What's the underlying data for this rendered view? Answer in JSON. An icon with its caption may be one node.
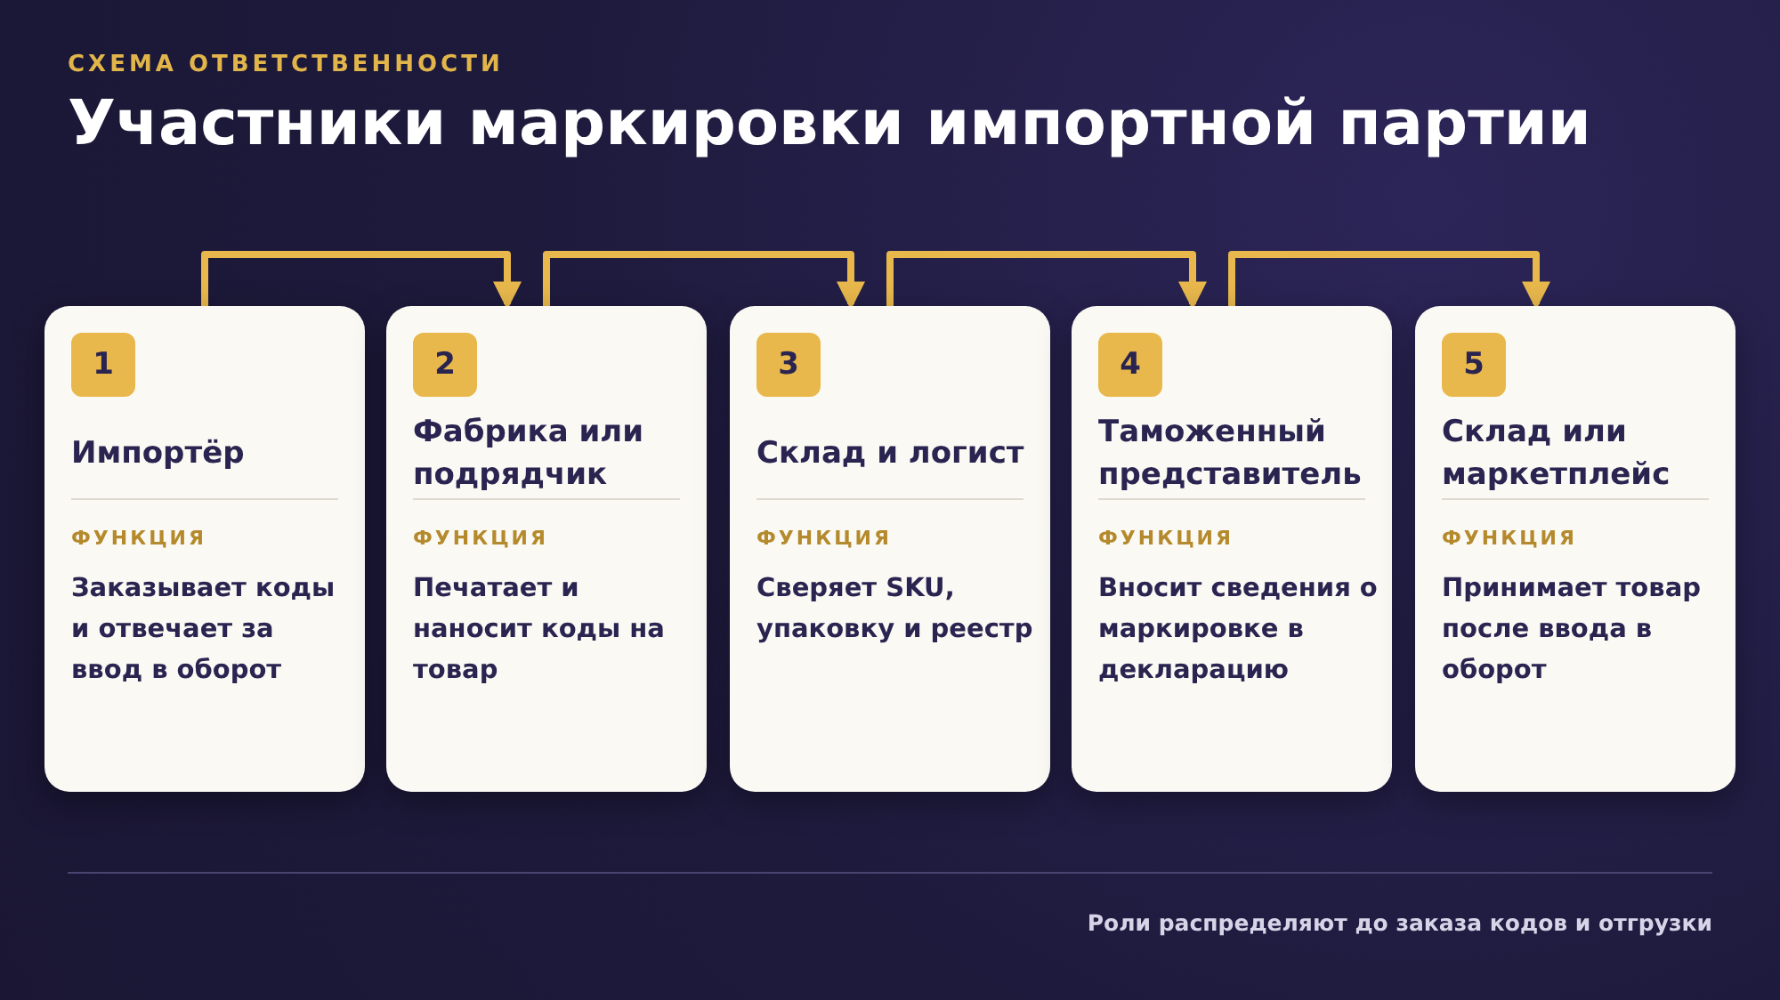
{
  "diagram": {
    "title": "Участники маркировки импортной партии",
    "caption": "Роли распределяют до заказа кодов и отгрузки",
    "labels": [
      "СХЕМА ОТВЕТСТВЕННОСТИ"
    ],
    "nodes": [
      {
        "text": [
          "1",
          "Импортёр",
          "ФУНКЦИЯ",
          "Заказывает коды и отвечает за ввод в оборот"
        ]
      },
      {
        "text": [
          "2",
          "Фабрика или подрядчик",
          "ФУНКЦИЯ",
          "Печатает и наносит коды на товар"
        ]
      },
      {
        "text": [
          "3",
          "Склад и логист",
          "ФУНКЦИЯ",
          "Сверяет SKU, упаковку и реестр"
        ]
      },
      {
        "text": [
          "4",
          "Таможенный представитель",
          "ФУНКЦИЯ",
          "Вносит сведения о маркировке в декларацию"
        ]
      },
      {
        "text": [
          "5",
          "Склад или маркетплейс",
          "ФУНКЦИЯ",
          "Принимает товар после ввода в оборот"
        ]
      }
    ],
    "edges": [
      {
        "from": 0,
        "to": 1,
        "arrow": "to"
      },
      {
        "from": 1,
        "to": 2,
        "arrow": "to"
      },
      {
        "from": 2,
        "to": 3,
        "arrow": "to"
      },
      {
        "from": 3,
        "to": 4,
        "arrow": "to"
      }
    ]
  }
}
